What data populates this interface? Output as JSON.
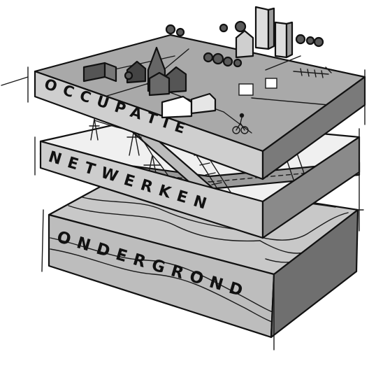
{
  "layers": {
    "top": {
      "label": "OCCUPATIE"
    },
    "middle": {
      "label": "NETWERKEN"
    },
    "bottom": {
      "label": "ONDERGROND"
    }
  },
  "colors": {
    "ink": "#111111",
    "top_surface": "#a9a9a9",
    "top_side_front": "#cfcfcf",
    "top_side_right": "#7a7a7a",
    "middle_surface": "#f0f0f0",
    "middle_side_front": "#cdcdcd",
    "middle_side_right": "#8a8a8a",
    "bottom_surface": "#c8c8c8",
    "bottom_side_front": "#bdbdbd",
    "bottom_side_right": "#6f6f6f"
  }
}
